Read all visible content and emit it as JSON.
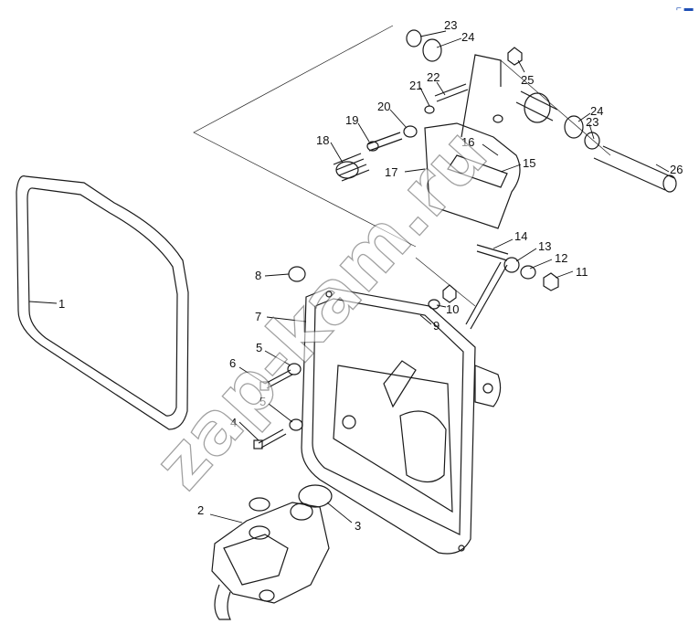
{
  "callouts": [
    "1",
    "2",
    "3",
    "4",
    "5",
    "5",
    "6",
    "7",
    "8",
    "9",
    "10",
    "11",
    "12",
    "13",
    "14",
    "15",
    "16",
    "17",
    "18",
    "19",
    "20",
    "21",
    "22",
    "23",
    "23",
    "24",
    "24",
    "25",
    "26"
  ],
  "watermark": "zap-kam.ru",
  "corner_mark": "⌐ ▬"
}
